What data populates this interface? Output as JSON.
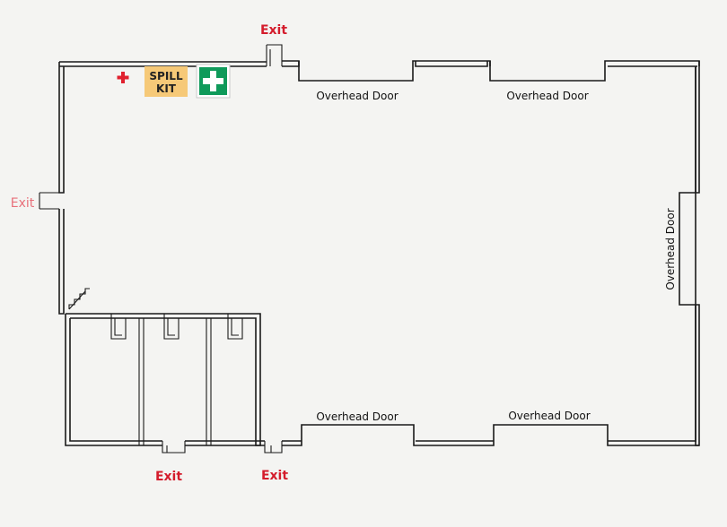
{
  "colors": {
    "exit": "#d41c2c",
    "spill_kit_bg": "#f6c978",
    "first_aid_bg": "#0f9a5a",
    "first_aid_cross": "#ffffff",
    "marker_cross": "#e0202e",
    "wall": "#1a1a1a"
  },
  "labels": {
    "overhead_door_top_left": "Overhead Door",
    "overhead_door_top_right": "Overhead Door",
    "overhead_door_right": "Overhead Door",
    "overhead_door_bottom_left": "Overhead Door",
    "overhead_door_bottom_right": "Overhead Door",
    "exit_top": "Exit",
    "exit_left": "Exit",
    "exit_bottom_left": "Exit",
    "exit_bottom_right": "Exit"
  },
  "spill_kit": {
    "line1": "SPILL",
    "line2": "KIT"
  },
  "icons": {
    "first_aid": "first-aid-icon",
    "marker": "red-cross-marker-icon",
    "stairs": "stairs-icon"
  }
}
